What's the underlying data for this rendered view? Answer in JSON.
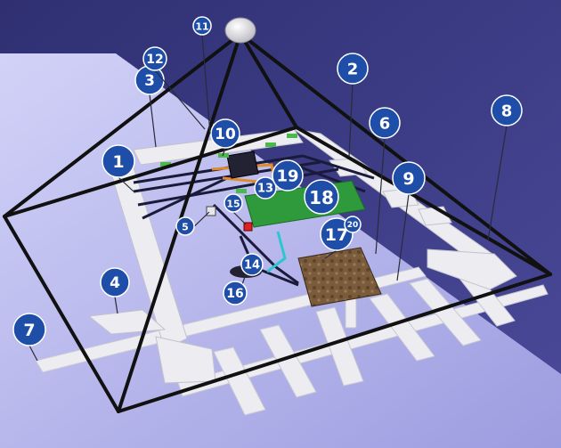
{
  "colors": {
    "background": "#3d3d86",
    "floor": "#b9b9f0",
    "beam": "#ececf1",
    "frame": "#111111",
    "badge": "#1f4ea8",
    "board": "#2e9a3c",
    "pit": "#7a5c3c"
  },
  "badges": [
    {
      "id": "1",
      "label": "1"
    },
    {
      "id": "2",
      "label": "2"
    },
    {
      "id": "3",
      "label": "3"
    },
    {
      "id": "4",
      "label": "4"
    },
    {
      "id": "5",
      "label": "5"
    },
    {
      "id": "6",
      "label": "6"
    },
    {
      "id": "7",
      "label": "7"
    },
    {
      "id": "8",
      "label": "8"
    },
    {
      "id": "9",
      "label": "9"
    },
    {
      "id": "10",
      "label": "10"
    },
    {
      "id": "11",
      "label": "11"
    },
    {
      "id": "12",
      "label": "12"
    },
    {
      "id": "13",
      "label": "13"
    },
    {
      "id": "14",
      "label": "14"
    },
    {
      "id": "15",
      "label": "15"
    },
    {
      "id": "16",
      "label": "16"
    },
    {
      "id": "17",
      "label": "17"
    },
    {
      "id": "18",
      "label": "18"
    },
    {
      "id": "19",
      "label": "19"
    },
    {
      "id": "20",
      "label": "20"
    }
  ]
}
